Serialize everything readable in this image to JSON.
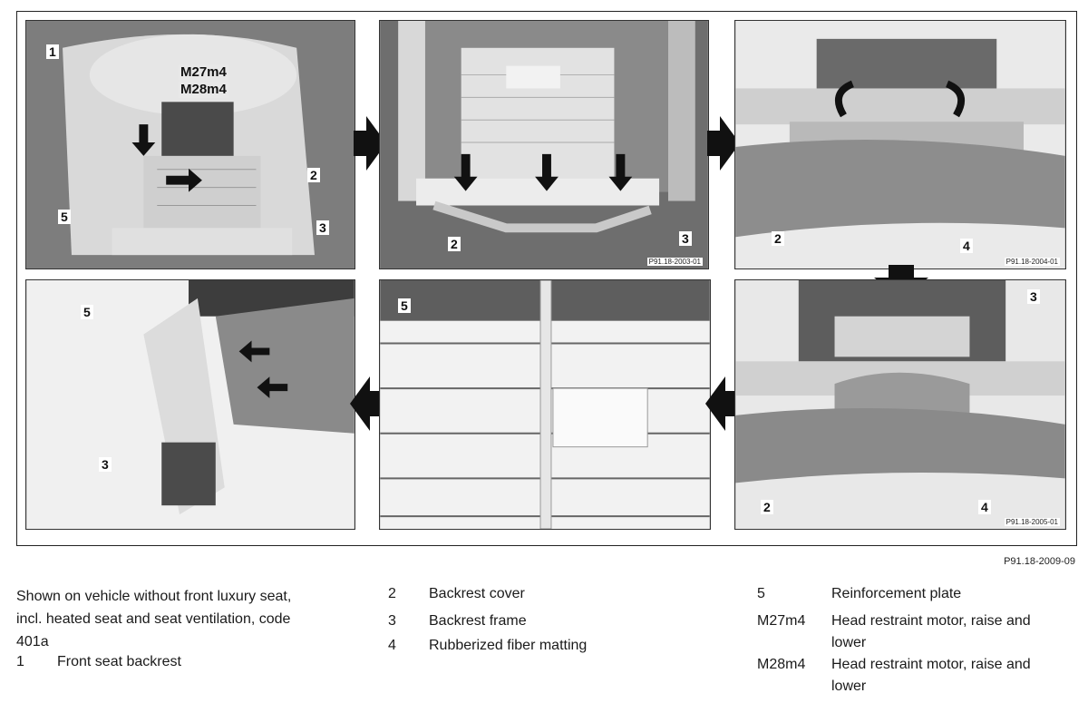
{
  "figure": {
    "code": "P91.18-2009-09",
    "photos": [
      {
        "id": "p1",
        "callouts": [
          "1",
          "M27m4",
          "M28m4",
          "2",
          "5",
          "3"
        ],
        "code": ""
      },
      {
        "id": "p2",
        "callouts": [
          "2",
          "3"
        ],
        "code": "P91.18-2003-01"
      },
      {
        "id": "p3",
        "callouts": [
          "2",
          "4"
        ],
        "code": "P91.18-2004-01"
      },
      {
        "id": "p4",
        "callouts": [
          "5",
          "3"
        ],
        "code": ""
      },
      {
        "id": "p5",
        "callouts": [
          "5"
        ],
        "code": ""
      },
      {
        "id": "p6",
        "callouts": [
          "3",
          "2",
          "4"
        ],
        "code": "P91.18-2005-01"
      }
    ]
  },
  "legend": {
    "intro": "Shown on vehicle without front luxury seat, incl. heated seat and seat ventilation, code 401a",
    "items": [
      {
        "num": "1",
        "text": "Front seat backrest"
      },
      {
        "num": "2",
        "text": "Backrest cover"
      },
      {
        "num": "3",
        "text": "Backrest frame"
      },
      {
        "num": "4",
        "text": "Rubberized fiber matting"
      },
      {
        "num": "5",
        "text": "Reinforcement plate"
      },
      {
        "num": "M27m4",
        "text": "Head restraint motor, raise and lower"
      },
      {
        "num": "M28m4",
        "text": "Head restraint motor, raise and lower"
      }
    ]
  }
}
